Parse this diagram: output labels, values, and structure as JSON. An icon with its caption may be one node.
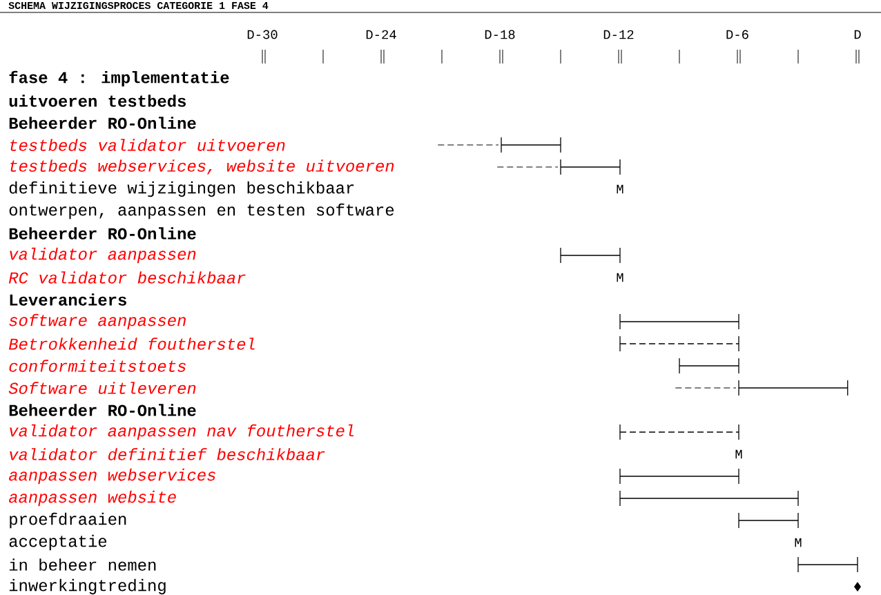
{
  "diagram": {
    "title": "SCHEMA WIJZIGINGSPROCES CATEGORIE 1 FASE 4",
    "labels": [
      "D-30",
      "D-24",
      "D-18",
      "D-12",
      "D-6",
      "D",
      "fase 4 : implementatie",
      "uitvoeren testbeds",
      "Beheerder RO-Online",
      "testbeds validator uitvoeren",
      "testbeds webservices, website uitvoeren",
      "definitieve wijzigingen beschikbaar",
      "M",
      "ontwerpen, aanpassen en testen software",
      "Beheerder RO-Online",
      "validator aanpassen",
      "RC validator beschikbaar",
      "M",
      "Leveranciers",
      "software aanpassen",
      "Betrokkenheid foutherstel",
      "conformiteitstoets",
      "Software uitleveren",
      "Beheerder RO-Online",
      "validator aanpassen nav foutherstel",
      "validator definitief beschikbaar",
      "M",
      "aanpassen webservices",
      "aanpassen website",
      "proefdraaien",
      "acceptatie",
      "M",
      "in beheer nemen",
      "inwerkingtreding"
    ]
  }
}
